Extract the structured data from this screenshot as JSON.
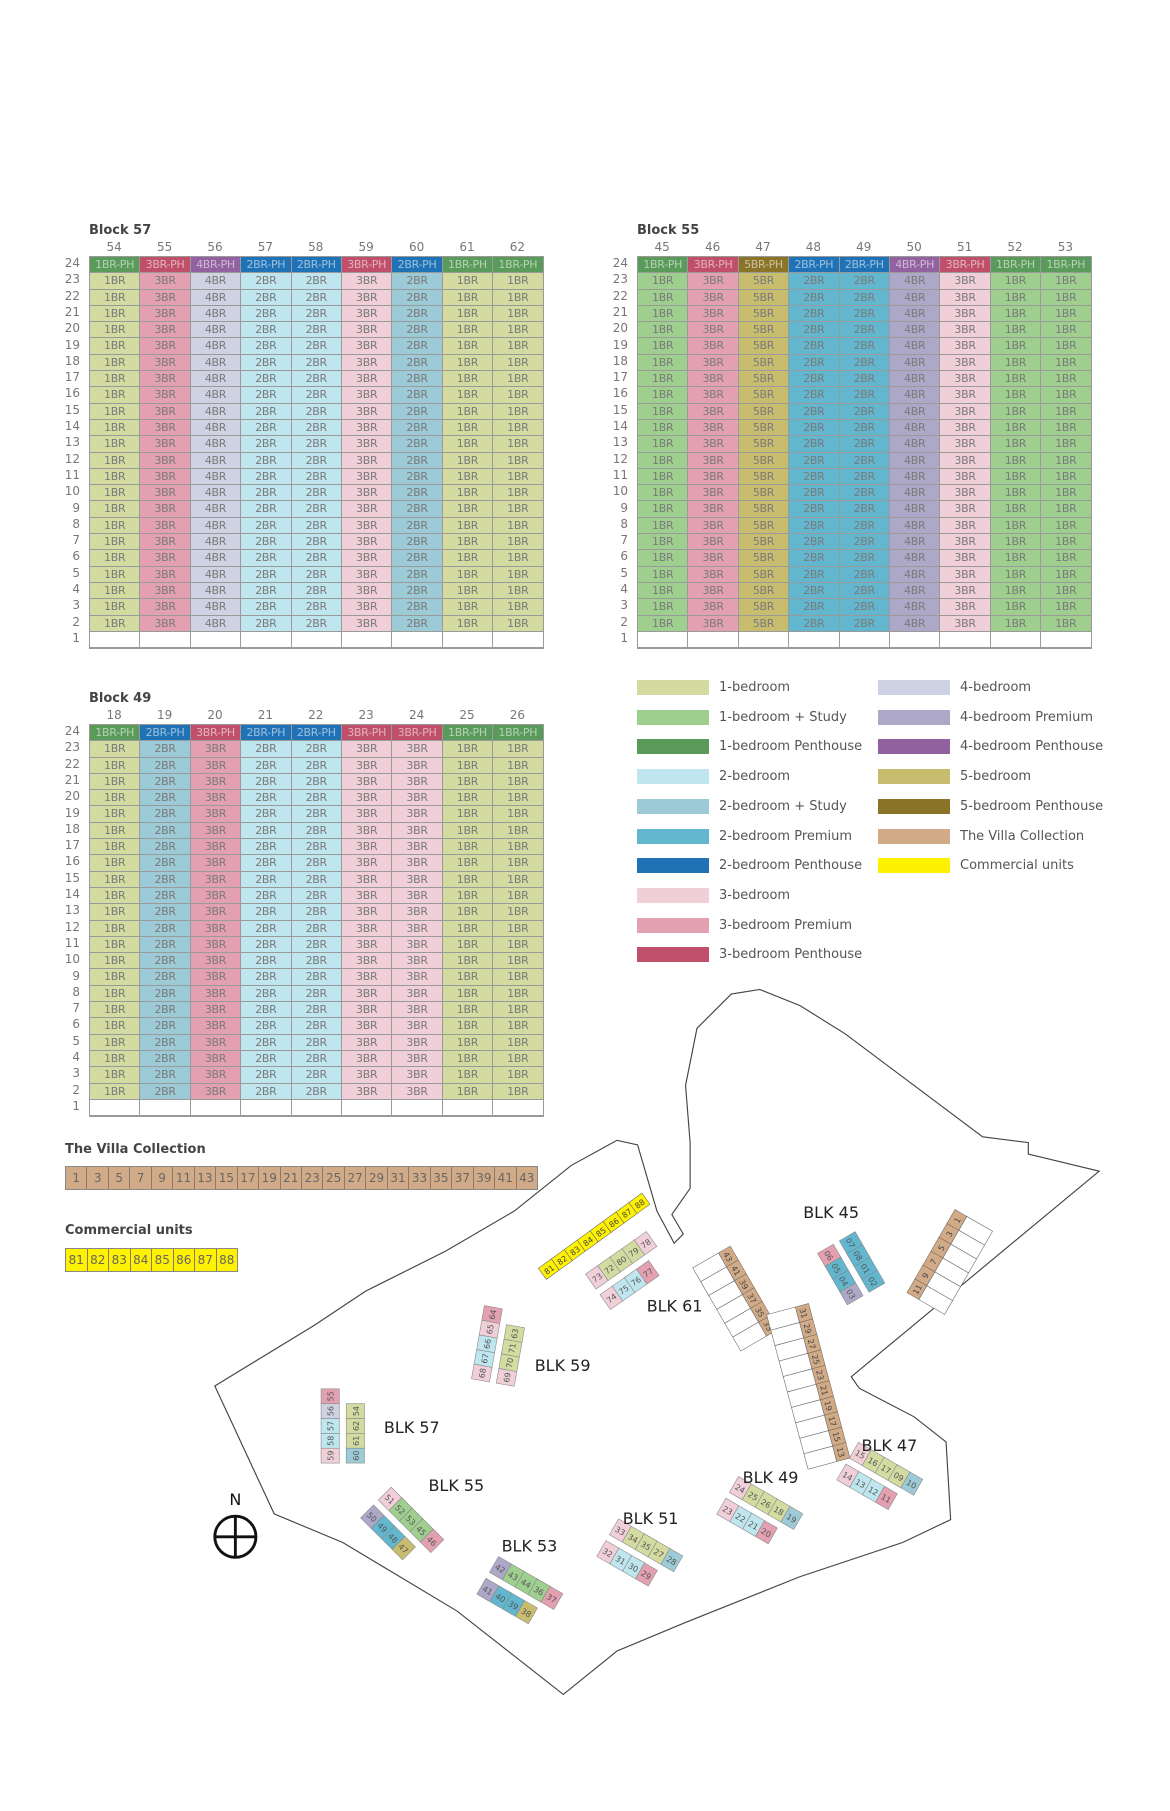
{
  "colors": {
    "1br": "#d3dba0",
    "1br-study": "#9fcf8f",
    "1br-ph": "#5a9a5a",
    "2br": "#bfe6ee",
    "2br-study": "#9ccad6",
    "2br-prem": "#62b7cf",
    "2br-ph": "#1f72b5",
    "3br": "#f0cfd8",
    "3br-prem": "#e3a0b0",
    "3br-ph": "#c0506a",
    "4br": "#cfd2e2",
    "4br-prem": "#aea8c8",
    "4br-ph": "#9262a0",
    "5br": "#c8bd6e",
    "5br-ph": "#8a7428",
    "villa": "#d1ab88",
    "commercial": "#fff200"
  },
  "floors": [
    "24",
    "23",
    "22",
    "21",
    "20",
    "19",
    "18",
    "17",
    "16",
    "15",
    "14",
    "13",
    "12",
    "11",
    "10",
    "9",
    "8",
    "7",
    "6",
    "5",
    "4",
    "3",
    "2",
    "1"
  ],
  "blocks": [
    {
      "title": "Block 57",
      "units": [
        {
          "no": "54",
          "type": "1br",
          "label": "1BR",
          "ph_type": "1br-ph",
          "ph": "1BR-PH"
        },
        {
          "no": "55",
          "type": "3br-prem",
          "label": "3BR",
          "ph_type": "3br-ph",
          "ph": "3BR-PH"
        },
        {
          "no": "56",
          "type": "4br",
          "label": "4BR",
          "ph_type": "4br-ph",
          "ph": "4BR-PH"
        },
        {
          "no": "57",
          "type": "2br",
          "label": "2BR",
          "ph_type": "2br-ph",
          "ph": "2BR-PH"
        },
        {
          "no": "58",
          "type": "2br",
          "label": "2BR",
          "ph_type": "2br-ph",
          "ph": "2BR-PH"
        },
        {
          "no": "59",
          "type": "3br",
          "label": "3BR",
          "ph_type": "3br-ph",
          "ph": "3BR-PH"
        },
        {
          "no": "60",
          "type": "2br-study",
          "label": "2BR",
          "ph_type": "2br-ph",
          "ph": "2BR-PH"
        },
        {
          "no": "61",
          "type": "1br",
          "label": "1BR",
          "ph_type": "1br-ph",
          "ph": "1BR-PH"
        },
        {
          "no": "62",
          "type": "1br",
          "label": "1BR",
          "ph_type": "1br-ph",
          "ph": "1BR-PH"
        }
      ]
    },
    {
      "title": "Block 55",
      "units": [
        {
          "no": "45",
          "type": "1br-study",
          "label": "1BR",
          "ph_type": "1br-ph",
          "ph": "1BR-PH"
        },
        {
          "no": "46",
          "type": "3br-prem",
          "label": "3BR",
          "ph_type": "3br-ph",
          "ph": "3BR-PH"
        },
        {
          "no": "47",
          "type": "5br",
          "label": "5BR",
          "ph_type": "5br-ph",
          "ph": "5BR-PH"
        },
        {
          "no": "48",
          "type": "2br-prem",
          "label": "2BR",
          "ph_type": "2br-ph",
          "ph": "2BR-PH"
        },
        {
          "no": "49",
          "type": "2br-prem",
          "label": "2BR",
          "ph_type": "2br-ph",
          "ph": "2BR-PH"
        },
        {
          "no": "50",
          "type": "4br-prem",
          "label": "4BR",
          "ph_type": "4br-ph",
          "ph": "4BR-PH"
        },
        {
          "no": "51",
          "type": "3br",
          "label": "3BR",
          "ph_type": "3br-ph",
          "ph": "3BR-PH"
        },
        {
          "no": "52",
          "type": "1br-study",
          "label": "1BR",
          "ph_type": "1br-ph",
          "ph": "1BR-PH"
        },
        {
          "no": "53",
          "type": "1br-study",
          "label": "1BR",
          "ph_type": "1br-ph",
          "ph": "1BR-PH"
        }
      ]
    },
    {
      "title": "Block 49",
      "units": [
        {
          "no": "18",
          "type": "1br",
          "label": "1BR",
          "ph_type": "1br-ph",
          "ph": "1BR-PH"
        },
        {
          "no": "19",
          "type": "2br-study",
          "label": "2BR",
          "ph_type": "2br-ph",
          "ph": "2BR-PH"
        },
        {
          "no": "20",
          "type": "3br-prem",
          "label": "3BR",
          "ph_type": "3br-ph",
          "ph": "3BR-PH"
        },
        {
          "no": "21",
          "type": "2br",
          "label": "2BR",
          "ph_type": "2br-ph",
          "ph": "2BR-PH"
        },
        {
          "no": "22",
          "type": "2br",
          "label": "2BR",
          "ph_type": "2br-ph",
          "ph": "2BR-PH"
        },
        {
          "no": "23",
          "type": "3br",
          "label": "3BR",
          "ph_type": "3br-ph",
          "ph": "3BR-PH"
        },
        {
          "no": "24",
          "type": "3br",
          "label": "3BR",
          "ph_type": "3br-ph",
          "ph": "3BR-PH"
        },
        {
          "no": "25",
          "type": "1br",
          "label": "1BR",
          "ph_type": "1br-ph",
          "ph": "1BR-PH"
        },
        {
          "no": "26",
          "type": "1br",
          "label": "1BR",
          "ph_type": "1br-ph",
          "ph": "1BR-PH"
        }
      ]
    }
  ],
  "legend": {
    "left": [
      {
        "type": "1br",
        "label": "1-bedroom"
      },
      {
        "type": "1br-study",
        "label": "1-bedroom + Study"
      },
      {
        "type": "1br-ph",
        "label": "1-bedroom Penthouse"
      },
      {
        "type": "2br",
        "label": "2-bedroom"
      },
      {
        "type": "2br-study",
        "label": "2-bedroom + Study"
      },
      {
        "type": "2br-prem",
        "label": "2-bedroom Premium"
      },
      {
        "type": "2br-ph",
        "label": "2-bedroom Penthouse"
      },
      {
        "type": "3br",
        "label": "3-bedroom"
      },
      {
        "type": "3br-prem",
        "label": "3-bedroom Premium"
      },
      {
        "type": "3br-ph",
        "label": "3-bedroom Penthouse"
      }
    ],
    "right": [
      {
        "type": "4br",
        "label": "4-bedroom"
      },
      {
        "type": "4br-prem",
        "label": "4-bedroom Premium"
      },
      {
        "type": "4br-ph",
        "label": "4-bedroom Penthouse"
      },
      {
        "type": "5br",
        "label": "5-bedroom"
      },
      {
        "type": "5br-ph",
        "label": "5-bedroom Penthouse"
      },
      {
        "type": "villa",
        "label": "The Villa Collection"
      },
      {
        "type": "commercial",
        "label": "Commercial units"
      }
    ]
  },
  "villa": {
    "title": "The Villa Collection",
    "units": [
      "1",
      "3",
      "5",
      "7",
      "9",
      "11",
      "13",
      "15",
      "17",
      "19",
      "21",
      "23",
      "25",
      "27",
      "29",
      "31",
      "33",
      "35",
      "37",
      "39",
      "41",
      "43"
    ]
  },
  "commercial": {
    "title": "Commercial units",
    "units": [
      "81",
      "82",
      "83",
      "84",
      "85",
      "86",
      "87",
      "88"
    ]
  },
  "site_map": {
    "north_label": "N",
    "blocks": [
      {
        "label": "BLK 45",
        "units": [
          {
            "no": "07",
            "type": "2br-prem"
          },
          {
            "no": "08",
            "type": "2br-prem"
          },
          {
            "no": "01",
            "type": "2br-prem"
          },
          {
            "no": "02",
            "type": "2br-prem"
          },
          {
            "no": "03",
            "type": "4br-prem"
          },
          {
            "no": "04",
            "type": "2br-prem"
          },
          {
            "no": "05",
            "type": "2br-prem"
          },
          {
            "no": "06",
            "type": "3br-prem"
          }
        ]
      },
      {
        "label": "BLK 61",
        "units": [
          {
            "no": "73",
            "type": "3br"
          },
          {
            "no": "72",
            "type": "1br"
          },
          {
            "no": "80",
            "type": "1br"
          },
          {
            "no": "79",
            "type": "1br"
          },
          {
            "no": "78",
            "type": "3br"
          },
          {
            "no": "77",
            "type": "3br-prem"
          },
          {
            "no": "76",
            "type": "2br"
          },
          {
            "no": "75",
            "type": "2br"
          },
          {
            "no": "74",
            "type": "3br"
          }
        ]
      },
      {
        "label": "BLK 59",
        "units": [
          {
            "no": "68",
            "type": "3br"
          },
          {
            "no": "67",
            "type": "2br"
          },
          {
            "no": "66",
            "type": "2br"
          },
          {
            "no": "65",
            "type": "3br"
          },
          {
            "no": "64",
            "type": "3br-prem"
          },
          {
            "no": "63",
            "type": "1br"
          },
          {
            "no": "71",
            "type": "1br"
          },
          {
            "no": "70",
            "type": "1br"
          },
          {
            "no": "69",
            "type": "3br"
          }
        ]
      },
      {
        "label": "BLK 57",
        "units": [
          {
            "no": "59",
            "type": "3br"
          },
          {
            "no": "58",
            "type": "2br"
          },
          {
            "no": "57",
            "type": "2br"
          },
          {
            "no": "56",
            "type": "4br"
          },
          {
            "no": "55",
            "type": "3br-prem"
          },
          {
            "no": "54",
            "type": "1br"
          },
          {
            "no": "62",
            "type": "1br"
          },
          {
            "no": "61",
            "type": "1br"
          },
          {
            "no": "60",
            "type": "2br-study"
          }
        ]
      },
      {
        "label": "BLK 55",
        "units": [
          {
            "no": "51",
            "type": "3br"
          },
          {
            "no": "52",
            "type": "1br-study"
          },
          {
            "no": "53",
            "type": "1br-study"
          },
          {
            "no": "45",
            "type": "1br-study"
          },
          {
            "no": "46",
            "type": "3br-prem"
          },
          {
            "no": "47",
            "type": "5br"
          },
          {
            "no": "48",
            "type": "2br-prem"
          },
          {
            "no": "49",
            "type": "2br-prem"
          },
          {
            "no": "50",
            "type": "4br-prem"
          }
        ]
      },
      {
        "label": "BLK 53",
        "units": [
          {
            "no": "42",
            "type": "4br-prem"
          },
          {
            "no": "43",
            "type": "1br-study"
          },
          {
            "no": "44",
            "type": "1br-study"
          },
          {
            "no": "36",
            "type": "1br-study"
          },
          {
            "no": "37",
            "type": "3br-prem"
          },
          {
            "no": "38",
            "type": "5br"
          },
          {
            "no": "39",
            "type": "2br-prem"
          },
          {
            "no": "40",
            "type": "2br-prem"
          },
          {
            "no": "41",
            "type": "4br-prem"
          }
        ]
      },
      {
        "label": "BLK 51",
        "units": [
          {
            "no": "33",
            "type": "3br"
          },
          {
            "no": "34",
            "type": "1br"
          },
          {
            "no": "35",
            "type": "1br"
          },
          {
            "no": "27",
            "type": "1br"
          },
          {
            "no": "28",
            "type": "2br-study"
          },
          {
            "no": "29",
            "type": "3br-prem"
          },
          {
            "no": "30",
            "type": "2br"
          },
          {
            "no": "31",
            "type": "2br"
          },
          {
            "no": "32",
            "type": "3br"
          }
        ]
      },
      {
        "label": "BLK 49",
        "units": [
          {
            "no": "24",
            "type": "3br"
          },
          {
            "no": "25",
            "type": "1br"
          },
          {
            "no": "26",
            "type": "1br"
          },
          {
            "no": "18",
            "type": "1br"
          },
          {
            "no": "19",
            "type": "2br-study"
          },
          {
            "no": "20",
            "type": "3br-prem"
          },
          {
            "no": "21",
            "type": "2br"
          },
          {
            "no": "22",
            "type": "2br"
          },
          {
            "no": "23",
            "type": "3br"
          }
        ]
      },
      {
        "label": "BLK 47",
        "units": [
          {
            "no": "15",
            "type": "3br"
          },
          {
            "no": "16",
            "type": "1br"
          },
          {
            "no": "17",
            "type": "1br"
          },
          {
            "no": "09",
            "type": "1br"
          },
          {
            "no": "10",
            "type": "2br-study"
          },
          {
            "no": "11",
            "type": "3br-prem"
          },
          {
            "no": "12",
            "type": "2br"
          },
          {
            "no": "13",
            "type": "2br"
          },
          {
            "no": "14",
            "type": "3br"
          }
        ]
      }
    ],
    "villa_rows": [
      {
        "units": [
          "43",
          "41",
          "39",
          "37",
          "35",
          "33"
        ]
      },
      {
        "units": [
          "31",
          "29",
          "27",
          "25",
          "23",
          "21",
          "19",
          "17",
          "15",
          "13"
        ]
      },
      {
        "units": [
          "11",
          "9",
          "7",
          "5",
          "3",
          "1"
        ]
      }
    ],
    "commercial_row": [
      "81",
      "82",
      "83",
      "84",
      "85",
      "86",
      "87",
      "88"
    ]
  }
}
